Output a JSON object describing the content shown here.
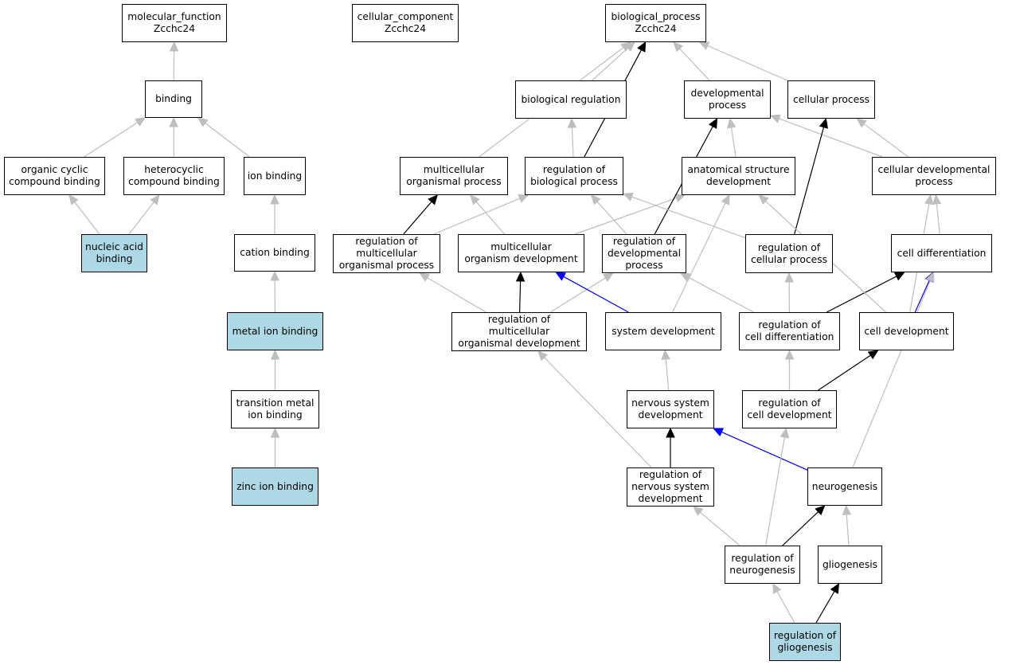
{
  "colors": {
    "highlight_fill": "#add8e6",
    "default_fill": "#ffffff",
    "edge_gray": "#bebebe",
    "edge_black": "#000000",
    "edge_blue": "#0000ff"
  },
  "nodes": {
    "mf_root": {
      "label": "molecular_function\nZcchc24",
      "highlighted": false
    },
    "cc_root": {
      "label": "cellular_component\nZcchc24",
      "highlighted": false
    },
    "bp_root": {
      "label": "biological_process\nZcchc24",
      "highlighted": false
    },
    "binding": {
      "label": "binding",
      "highlighted": false
    },
    "organic_cyclic": {
      "label": "organic cyclic\ncompound binding",
      "highlighted": false
    },
    "heterocyclic": {
      "label": "heterocyclic\ncompound binding",
      "highlighted": false
    },
    "ion_binding": {
      "label": "ion binding",
      "highlighted": false
    },
    "nucleic_acid": {
      "label": "nucleic acid\nbinding",
      "highlighted": true
    },
    "cation_binding": {
      "label": "cation binding",
      "highlighted": false
    },
    "metal_ion": {
      "label": "metal ion binding",
      "highlighted": true
    },
    "transition_metal": {
      "label": "transition metal\nion binding",
      "highlighted": false
    },
    "zinc_ion": {
      "label": "zinc ion binding",
      "highlighted": true
    },
    "bio_reg": {
      "label": "biological regulation",
      "highlighted": false
    },
    "dev_process": {
      "label": "developmental\nprocess",
      "highlighted": false
    },
    "cell_process": {
      "label": "cellular process",
      "highlighted": false
    },
    "multi_org_process": {
      "label": "multicellular\norganismal process",
      "highlighted": false
    },
    "reg_bio_process": {
      "label": "regulation of\nbiological process",
      "highlighted": false
    },
    "anat_struct_dev": {
      "label": "anatomical structure\ndevelopment",
      "highlighted": false
    },
    "cell_dev_process": {
      "label": "cellular developmental\nprocess",
      "highlighted": false
    },
    "reg_multi_org_process": {
      "label": "regulation of\nmulticellular\norganismal process",
      "highlighted": false
    },
    "multi_org_dev": {
      "label": "multicellular\norganism development",
      "highlighted": false
    },
    "reg_dev_process": {
      "label": "regulation of\ndevelopmental\nprocess",
      "highlighted": false
    },
    "reg_cell_process": {
      "label": "regulation of\ncellular process",
      "highlighted": false
    },
    "cell_diff": {
      "label": "cell differentiation",
      "highlighted": false
    },
    "reg_multi_org_dev": {
      "label": "regulation of\nmulticellular\norganismal development",
      "highlighted": false
    },
    "system_dev": {
      "label": "system development",
      "highlighted": false
    },
    "reg_cell_diff": {
      "label": "regulation of\ncell differentiation",
      "highlighted": false
    },
    "cell_dev": {
      "label": "cell development",
      "highlighted": false
    },
    "nervous_sys_dev": {
      "label": "nervous system\ndevelopment",
      "highlighted": false
    },
    "reg_cell_dev": {
      "label": "regulation of\ncell development",
      "highlighted": false
    },
    "reg_nervous_sys_dev": {
      "label": "regulation of\nnervous system\ndevelopment",
      "highlighted": false
    },
    "neurogenesis": {
      "label": "neurogenesis",
      "highlighted": false
    },
    "reg_neurogenesis": {
      "label": "regulation of\nneurogenesis",
      "highlighted": false
    },
    "gliogenesis": {
      "label": "gliogenesis",
      "highlighted": false
    },
    "reg_gliogenesis": {
      "label": "regulation of\ngliogenesis",
      "highlighted": true
    }
  },
  "edges": [
    {
      "from": "binding",
      "to": "mf_root",
      "color": "gray"
    },
    {
      "from": "organic_cyclic",
      "to": "binding",
      "color": "gray"
    },
    {
      "from": "heterocyclic",
      "to": "binding",
      "color": "gray"
    },
    {
      "from": "ion_binding",
      "to": "binding",
      "color": "gray"
    },
    {
      "from": "nucleic_acid",
      "to": "organic_cyclic",
      "color": "gray"
    },
    {
      "from": "nucleic_acid",
      "to": "heterocyclic",
      "color": "gray"
    },
    {
      "from": "cation_binding",
      "to": "ion_binding",
      "color": "gray"
    },
    {
      "from": "metal_ion",
      "to": "cation_binding",
      "color": "gray"
    },
    {
      "from": "transition_metal",
      "to": "metal_ion",
      "color": "gray"
    },
    {
      "from": "zinc_ion",
      "to": "transition_metal",
      "color": "gray"
    },
    {
      "from": "bio_reg",
      "to": "bp_root",
      "color": "gray"
    },
    {
      "from": "dev_process",
      "to": "bp_root",
      "color": "gray"
    },
    {
      "from": "cell_process",
      "to": "bp_root",
      "color": "gray"
    },
    {
      "from": "multi_org_process",
      "to": "bp_root",
      "color": "gray"
    },
    {
      "from": "reg_bio_process",
      "to": "bp_root",
      "color": "black"
    },
    {
      "from": "reg_bio_process",
      "to": "bio_reg",
      "color": "gray"
    },
    {
      "from": "anat_struct_dev",
      "to": "dev_process",
      "color": "gray"
    },
    {
      "from": "cell_dev_process",
      "to": "dev_process",
      "color": "gray"
    },
    {
      "from": "cell_dev_process",
      "to": "cell_process",
      "color": "gray"
    },
    {
      "from": "reg_multi_org_process",
      "to": "multi_org_process",
      "color": "black"
    },
    {
      "from": "reg_multi_org_process",
      "to": "reg_bio_process",
      "color": "gray"
    },
    {
      "from": "multi_org_dev",
      "to": "multi_org_process",
      "color": "gray"
    },
    {
      "from": "multi_org_dev",
      "to": "anat_struct_dev",
      "color": "gray"
    },
    {
      "from": "reg_dev_process",
      "to": "reg_bio_process",
      "color": "gray"
    },
    {
      "from": "reg_dev_process",
      "to": "dev_process",
      "color": "black"
    },
    {
      "from": "reg_cell_process",
      "to": "reg_bio_process",
      "color": "gray"
    },
    {
      "from": "reg_cell_process",
      "to": "cell_process",
      "color": "black"
    },
    {
      "from": "cell_diff",
      "to": "cell_dev_process",
      "color": "gray"
    },
    {
      "from": "reg_multi_org_dev",
      "to": "reg_multi_org_process",
      "color": "gray"
    },
    {
      "from": "reg_multi_org_dev",
      "to": "multi_org_dev",
      "color": "black"
    },
    {
      "from": "reg_multi_org_dev",
      "to": "reg_dev_process",
      "color": "gray"
    },
    {
      "from": "system_dev",
      "to": "multi_org_dev",
      "color": "blue"
    },
    {
      "from": "system_dev",
      "to": "anat_struct_dev",
      "color": "gray"
    },
    {
      "from": "reg_cell_diff",
      "to": "reg_dev_process",
      "color": "gray"
    },
    {
      "from": "reg_cell_diff",
      "to": "reg_cell_process",
      "color": "gray"
    },
    {
      "from": "reg_cell_diff",
      "to": "cell_diff",
      "color": "black"
    },
    {
      "from": "cell_dev",
      "to": "cell_diff",
      "color": "blue"
    },
    {
      "from": "cell_dev",
      "to": "anat_struct_dev",
      "color": "gray"
    },
    {
      "from": "cell_dev",
      "to": "cell_dev_process",
      "color": "gray"
    },
    {
      "from": "nervous_sys_dev",
      "to": "system_dev",
      "color": "gray"
    },
    {
      "from": "reg_cell_dev",
      "to": "reg_cell_diff",
      "color": "gray"
    },
    {
      "from": "reg_cell_dev",
      "to": "cell_dev",
      "color": "black"
    },
    {
      "from": "reg_nervous_sys_dev",
      "to": "reg_multi_org_dev",
      "color": "gray"
    },
    {
      "from": "reg_nervous_sys_dev",
      "to": "nervous_sys_dev",
      "color": "black"
    },
    {
      "from": "neurogenesis",
      "to": "nervous_sys_dev",
      "color": "blue"
    },
    {
      "from": "neurogenesis",
      "to": "cell_diff",
      "color": "gray"
    },
    {
      "from": "reg_neurogenesis",
      "to": "reg_nervous_sys_dev",
      "color": "gray"
    },
    {
      "from": "reg_neurogenesis",
      "to": "reg_cell_dev",
      "color": "gray"
    },
    {
      "from": "reg_neurogenesis",
      "to": "neurogenesis",
      "color": "black"
    },
    {
      "from": "gliogenesis",
      "to": "neurogenesis",
      "color": "gray"
    },
    {
      "from": "reg_gliogenesis",
      "to": "reg_neurogenesis",
      "color": "gray"
    },
    {
      "from": "reg_gliogenesis",
      "to": "gliogenesis",
      "color": "black"
    }
  ]
}
